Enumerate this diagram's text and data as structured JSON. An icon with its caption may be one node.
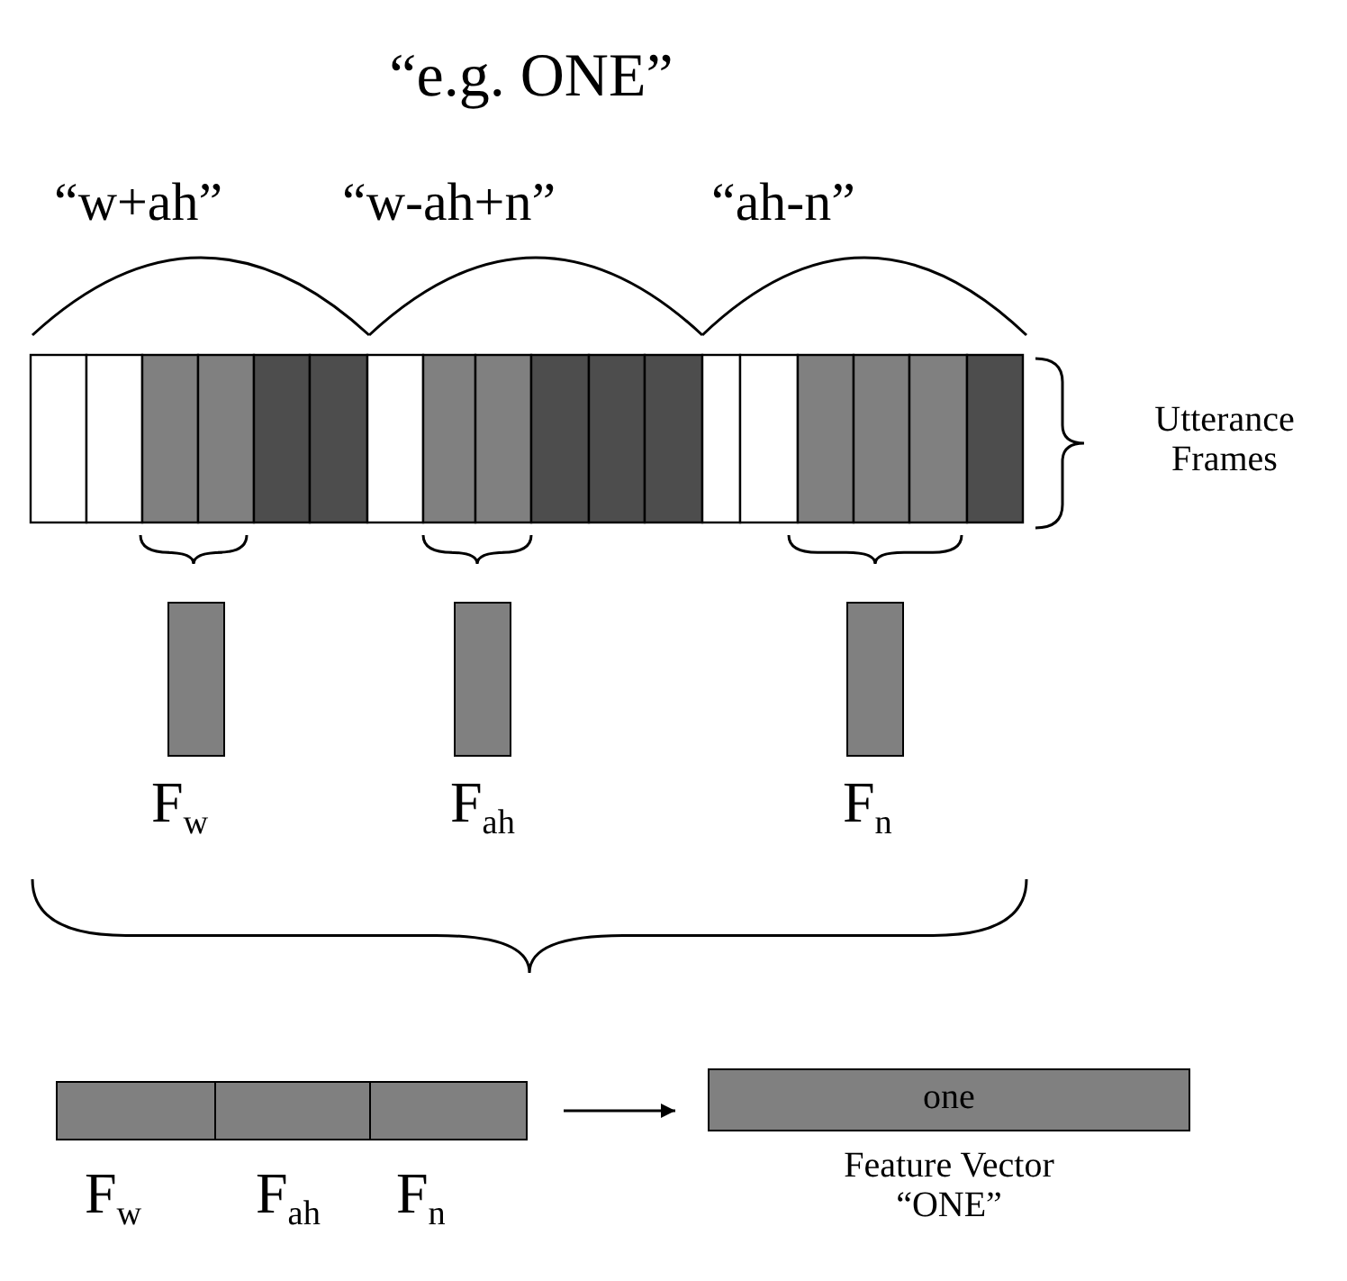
{
  "diagram": {
    "title": "“e.g. ONE”",
    "nodes": [
      {
        "text": [],
        "shape": "bar",
        "beside": [
          "F$_{w}$"
        ]
      },
      {
        "text": [],
        "shape": "bar",
        "beside": [
          "F$_{ah}$"
        ]
      },
      {
        "text": [],
        "shape": "bar",
        "beside": [
          "F$_{n}$"
        ]
      },
      {
        "text": [],
        "shape": "bar",
        "beside": [
          "F$_{w}$",
          "F$_{ah}$",
          "F$_{n}$"
        ]
      },
      {
        "text": [
          "one"
        ],
        "beside": [
          "Feature Vector “ONE”"
        ]
      }
    ],
    "edges": [
      {
        "from": 3,
        "to": 4,
        "arrow": "to"
      }
    ],
    "labels": [
      "“w+ah”",
      "“w-ah+n”",
      "“ah-n”",
      "Utterance Frames"
    ]
  }
}
